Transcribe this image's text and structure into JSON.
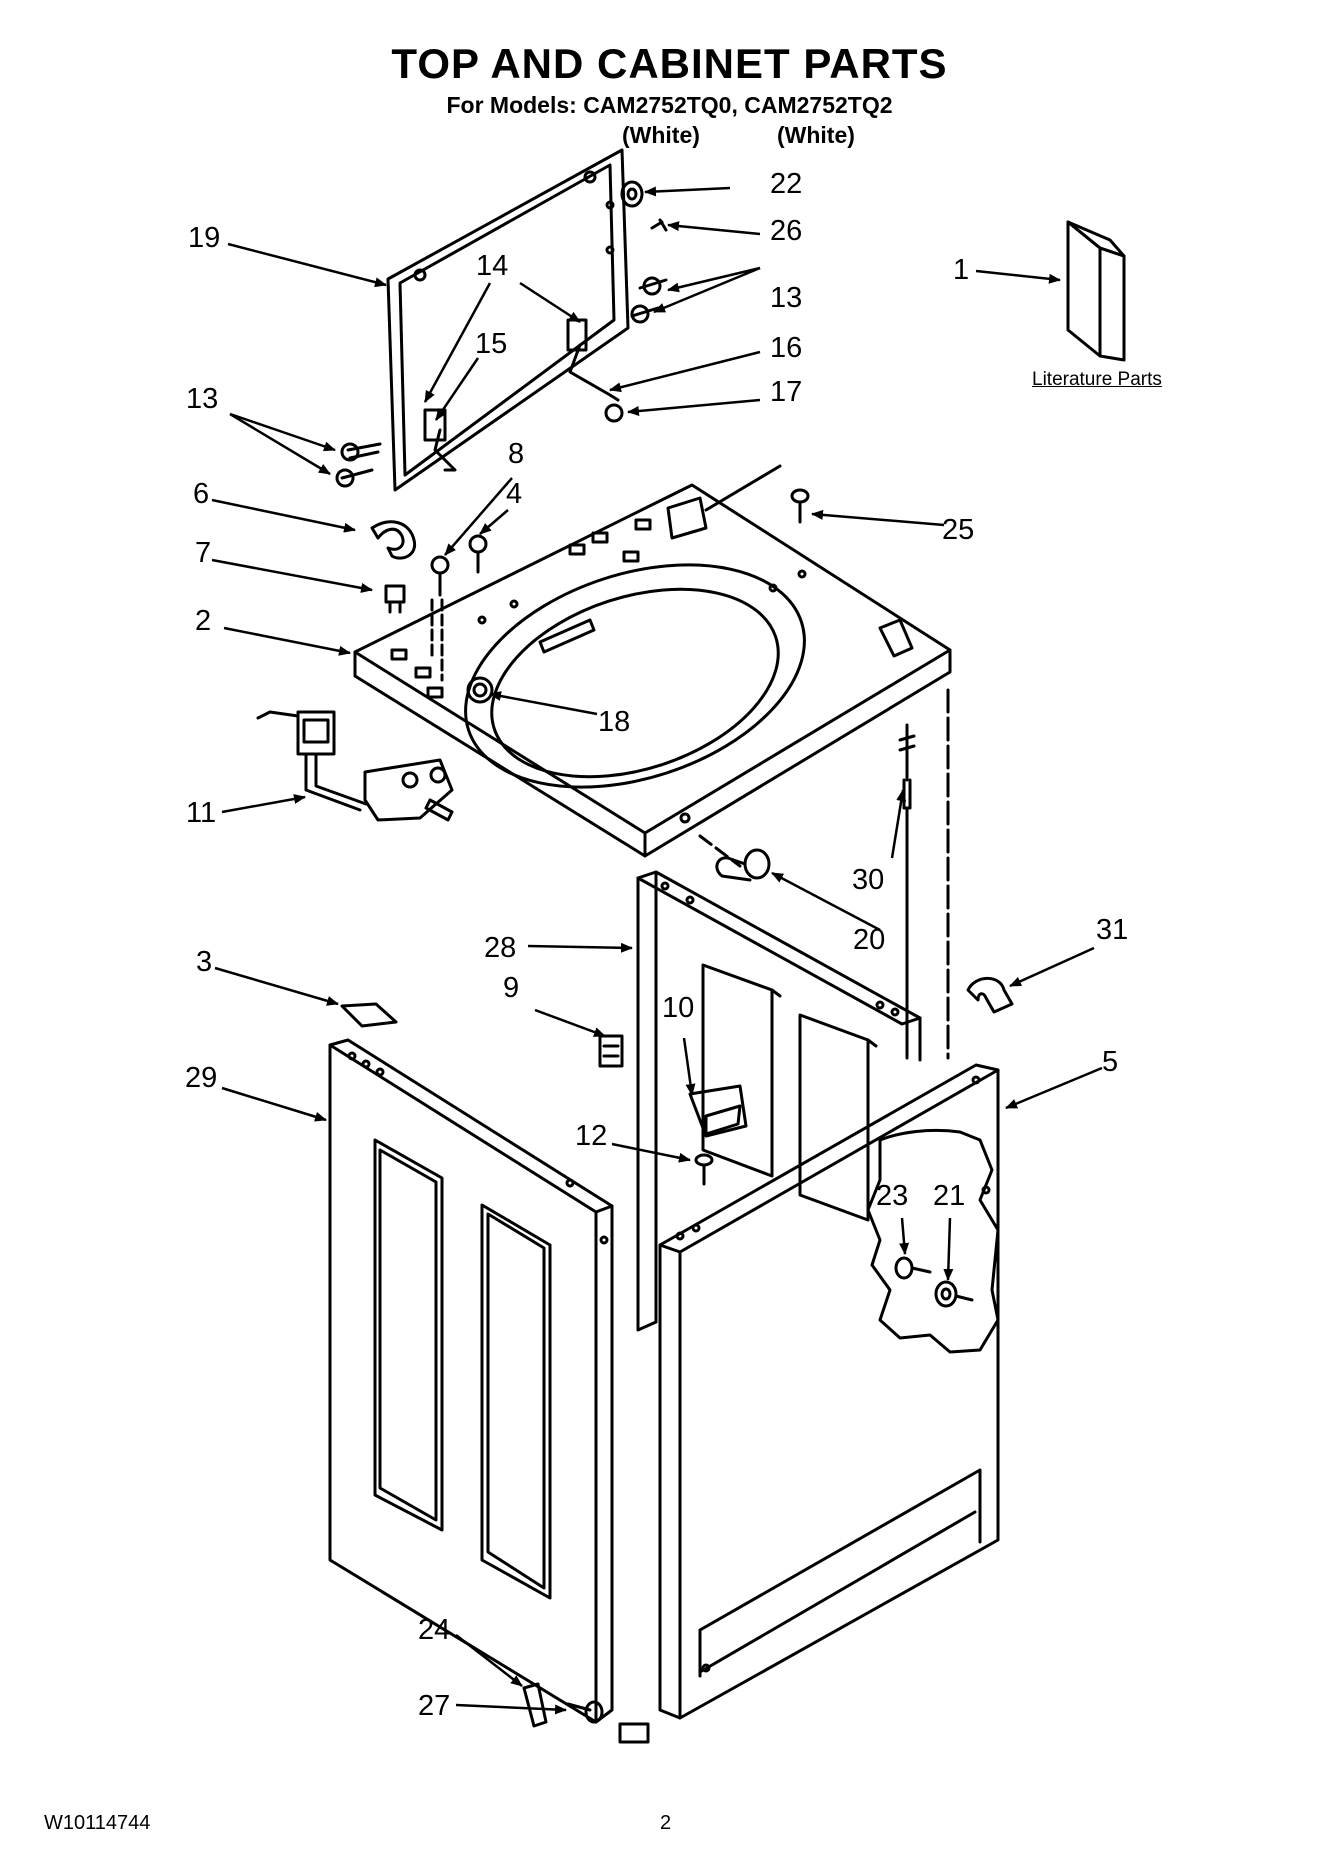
{
  "header": {
    "title": "TOP AND CABINET PARTS",
    "models_line": "For Models: CAM2752TQ0, CAM2752TQ2",
    "variant_1": "(White)",
    "variant_2": "(White)"
  },
  "literature_label": "Literature Parts",
  "footer": {
    "document_id": "W10114744",
    "page_number": "2"
  },
  "callouts": {
    "c1": "1",
    "c2": "2",
    "c3": "3",
    "c4": "4",
    "c5": "5",
    "c6": "6",
    "c7": "7",
    "c8": "8",
    "c9": "9",
    "c10": "10",
    "c11": "11",
    "c12": "12",
    "c13a": "13",
    "c13b": "13",
    "c14": "14",
    "c15": "15",
    "c16": "16",
    "c17": "17",
    "c18": "18",
    "c19": "19",
    "c20": "20",
    "c21": "21",
    "c22": "22",
    "c23": "23",
    "c24": "24",
    "c25": "25",
    "c26": "26",
    "c27": "27",
    "c28": "28",
    "c29": "29",
    "c30": "30",
    "c31": "31"
  }
}
